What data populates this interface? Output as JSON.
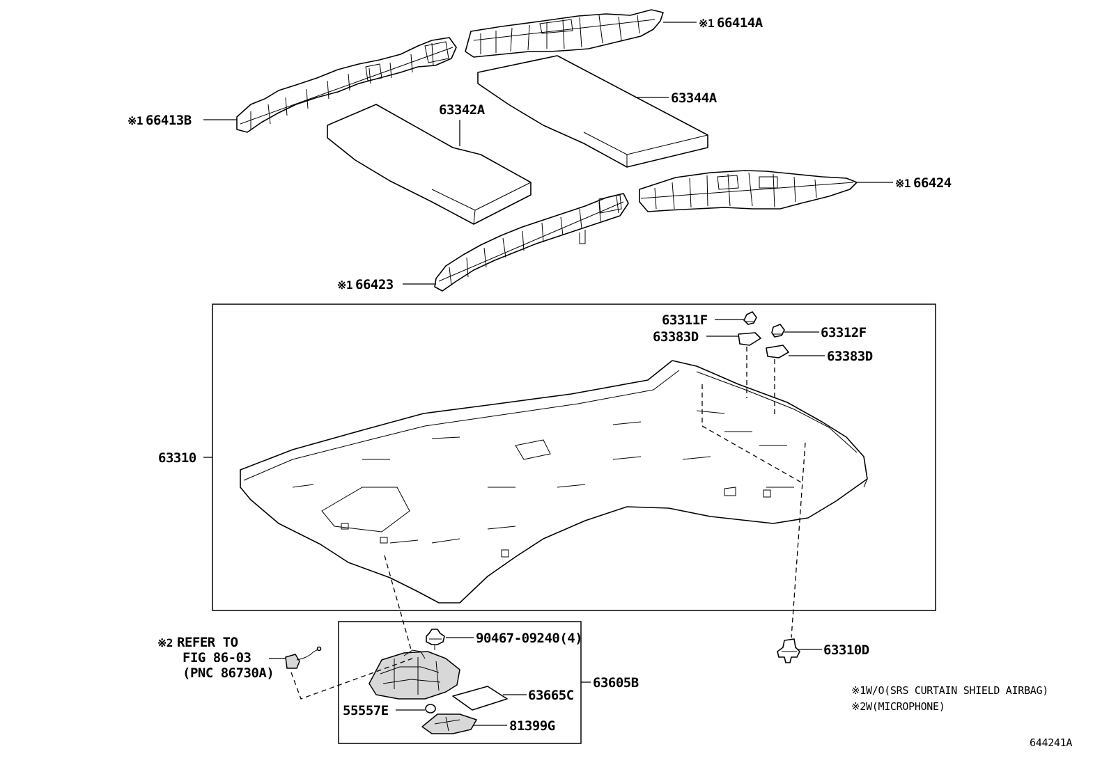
{
  "diagram": {
    "callouts": {
      "p66414A": {
        "mark": "※1",
        "code": "66414A"
      },
      "p66413B": {
        "mark": "※1",
        "code": "66413B"
      },
      "p63342A": {
        "code": "63342A"
      },
      "p63344A": {
        "code": "63344A"
      },
      "p66424": {
        "mark": "※1",
        "code": "66424"
      },
      "p66423": {
        "mark": "※1",
        "code": "66423"
      },
      "p63311F": {
        "code": "63311F"
      },
      "p63383D_a": {
        "code": "63383D"
      },
      "p63312F": {
        "code": "63312F"
      },
      "p63383D_b": {
        "code": "63383D"
      },
      "p63310": {
        "code": "63310"
      },
      "p90467": {
        "code": "90467-09240(4)"
      },
      "p63665C": {
        "code": "63665C"
      },
      "p63605B": {
        "code": "63605B"
      },
      "p55557E": {
        "code": "55557E"
      },
      "p81399G": {
        "code": "81399G"
      },
      "p63310D": {
        "code": "63310D"
      }
    },
    "reference": {
      "mark": "※2",
      "line1": "REFER TO",
      "line2": "FIG 86-03",
      "line3": "(PNC 86730A)"
    },
    "notes": [
      {
        "mark": "※1",
        "text": "W/O(SRS CURTAIN SHIELD AIRBAG)"
      },
      {
        "mark": "※2",
        "text": "W(MICROPHONE)"
      }
    ],
    "figure_id": "644241A"
  }
}
